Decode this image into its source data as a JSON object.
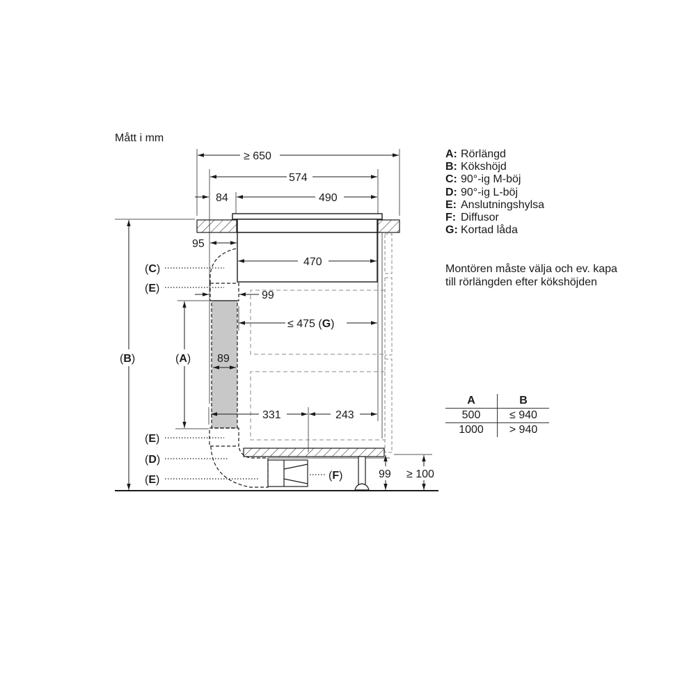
{
  "title": "Mått i mm",
  "dimensions": {
    "total_width": "≥ 650",
    "width_574": "574",
    "offset_84": "84",
    "width_490": "490",
    "offset_95": "95",
    "drawer_470": "470",
    "gap_99": "99",
    "drawer_475": "≤ 475 (",
    "drawer_475_key": "G",
    "drawer_475_close": ")",
    "pipe_89": "89",
    "dist_331": "331",
    "dist_243": "243",
    "plinth_99": "99",
    "plinth_100": "≥ 100"
  },
  "callouts": {
    "B": "(B)",
    "A": "(A)",
    "C": "(C)",
    "E_top": "(E)",
    "E_mid": "(E)",
    "D": "(D)",
    "E_bottom": "(E)",
    "F": "(F)"
  },
  "legend": [
    {
      "key": "A:",
      "label": "Rörlängd"
    },
    {
      "key": "B:",
      "label": "Kökshöjd"
    },
    {
      "key": "C:",
      "label": "90°-ig M-böj"
    },
    {
      "key": "D:",
      "label": "90°-ig L-böj"
    },
    {
      "key": "E:",
      "label": "Anslutningshylsa"
    },
    {
      "key": "F:",
      "label": "Diffusor"
    },
    {
      "key": "G:",
      "label": "Kortad låda"
    }
  ],
  "note": {
    "line1": "Montören måste välja och ev. kapa",
    "line2": "till rörlängden efter kökshöjden"
  },
  "table": {
    "headers": [
      "A",
      "B"
    ],
    "rows": [
      [
        "500",
        "≤ 940"
      ],
      [
        "1000",
        "> 940"
      ]
    ]
  },
  "colors": {
    "line": "#1a1a1a",
    "pipe_fill": "#c8c8c8",
    "dashed_grey": "#8a8a8a"
  }
}
